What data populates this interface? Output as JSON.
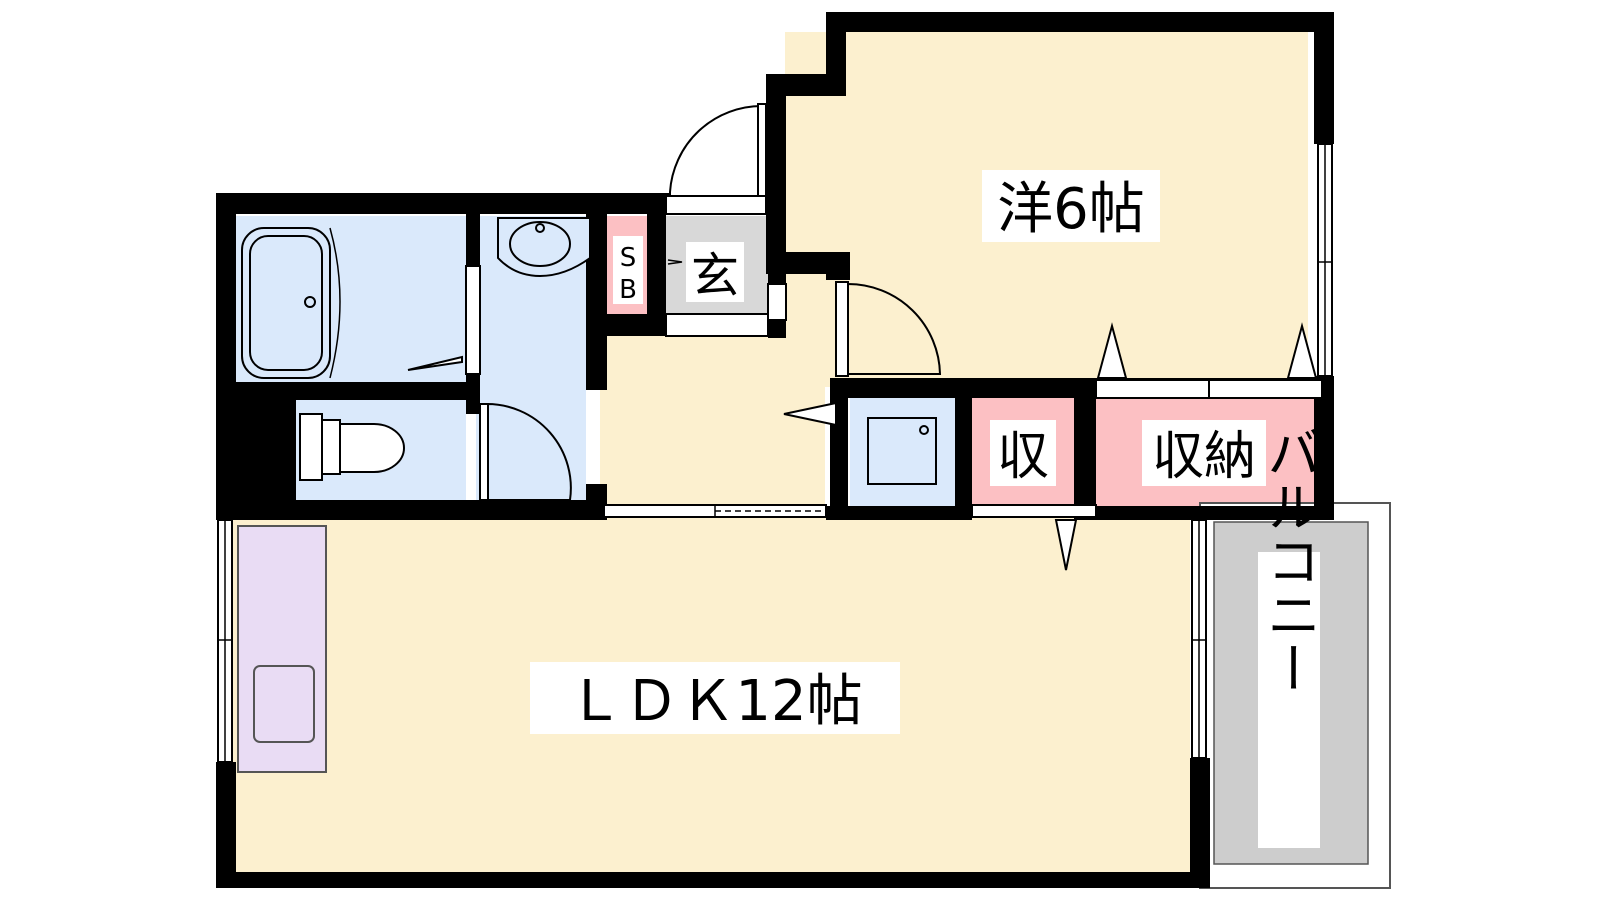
{
  "rooms": {
    "western": {
      "label": "洋6帖"
    },
    "ldk": {
      "label": "ＬＤＫ12帖"
    },
    "entrance": {
      "label": "玄"
    },
    "shoe_box": {
      "label": "SB"
    },
    "closet_small": {
      "label": "収"
    },
    "closet": {
      "label": "収納"
    },
    "balcony": {
      "label": "バルコニー"
    }
  },
  "colors": {
    "room_fill": "#fcf0cf",
    "wet_area": "#dae9fb",
    "storage": "#fcc0c3",
    "kitchen": "#e9dcf4",
    "entrance_floor": "#d8d8d8",
    "balcony": "#cdcdcd",
    "wall": "#000000"
  }
}
